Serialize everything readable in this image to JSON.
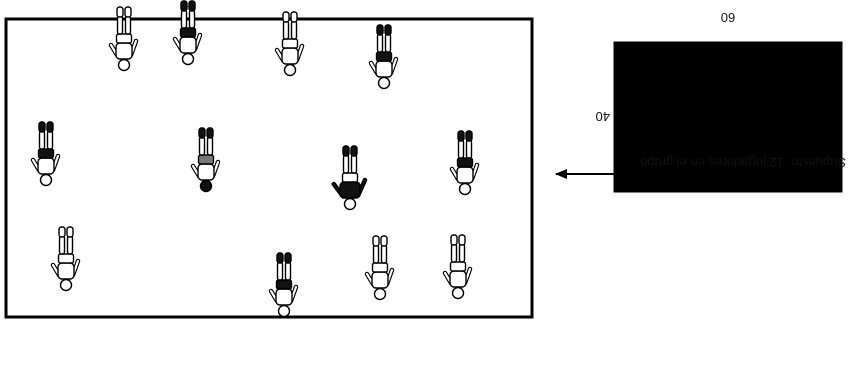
{
  "note": "Supuesto: 12 jugadores en el grupo.",
  "field_dims": {
    "width_label": "60",
    "height_label": "40"
  },
  "players": [
    {
      "shirt": "white",
      "shorts": "white",
      "head": "white",
      "boots": "white"
    },
    {
      "shirt": "white",
      "shorts": "black",
      "head": "white",
      "boots": "black"
    },
    {
      "shirt": "white",
      "shorts": "white",
      "head": "white",
      "boots": "white"
    },
    {
      "shirt": "white",
      "shorts": "black",
      "head": "white",
      "boots": "black"
    },
    {
      "shirt": "white",
      "shorts": "black",
      "head": "white",
      "boots": "black"
    },
    {
      "shirt": "white",
      "shorts": "grey",
      "head": "black",
      "boots": "black"
    },
    {
      "shirt": "black",
      "shorts": "white",
      "head": "white",
      "boots": "black"
    },
    {
      "shirt": "white",
      "shorts": "black",
      "head": "white",
      "boots": "black"
    },
    {
      "shirt": "white",
      "shorts": "white",
      "head": "white",
      "boots": "white"
    },
    {
      "shirt": "white",
      "shorts": "black",
      "head": "white",
      "boots": "black"
    },
    {
      "shirt": "white",
      "shorts": "white",
      "head": "white",
      "boots": "white"
    },
    {
      "shirt": "white",
      "shorts": "white",
      "head": "white",
      "boots": "white"
    }
  ],
  "colors": {
    "line": "#000000",
    "grey": "#777777",
    "black": "#111111",
    "white": "#ffffff"
  }
}
